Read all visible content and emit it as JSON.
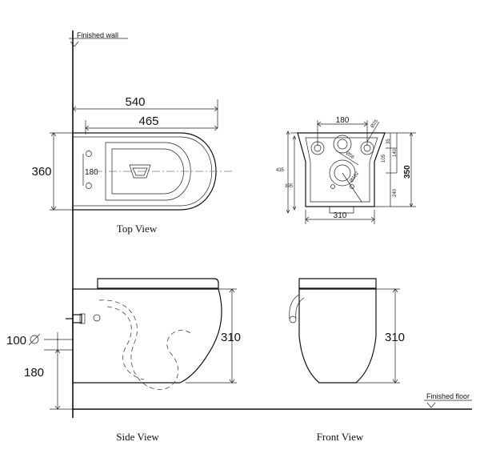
{
  "labels": {
    "finished_wall": "Finished wall",
    "finished_floor": "Finished floor",
    "top_view": "Top View",
    "side_view": "Side View",
    "front_view": "Front View"
  },
  "top_view": {
    "dim_540": "540",
    "dim_465": "465",
    "dim_360": "360",
    "dim_180": "180"
  },
  "rear_view": {
    "dim_180": "180",
    "dim_310": "310",
    "dim_350": "350",
    "dim_435": "435",
    "dim_395": "395",
    "dim_105": "105",
    "dim_35": "35",
    "dim_140": "140",
    "dim_240": "240",
    "dia_25": "Ø25",
    "dia_56": "Ø56",
    "dia_102": "Ø102"
  },
  "side_view": {
    "dim_310": "310",
    "dim_100": "100",
    "dim_180": "180"
  },
  "front_view": {
    "dim_310": "310"
  },
  "colors": {
    "line": "#111111",
    "background": "#ffffff"
  }
}
